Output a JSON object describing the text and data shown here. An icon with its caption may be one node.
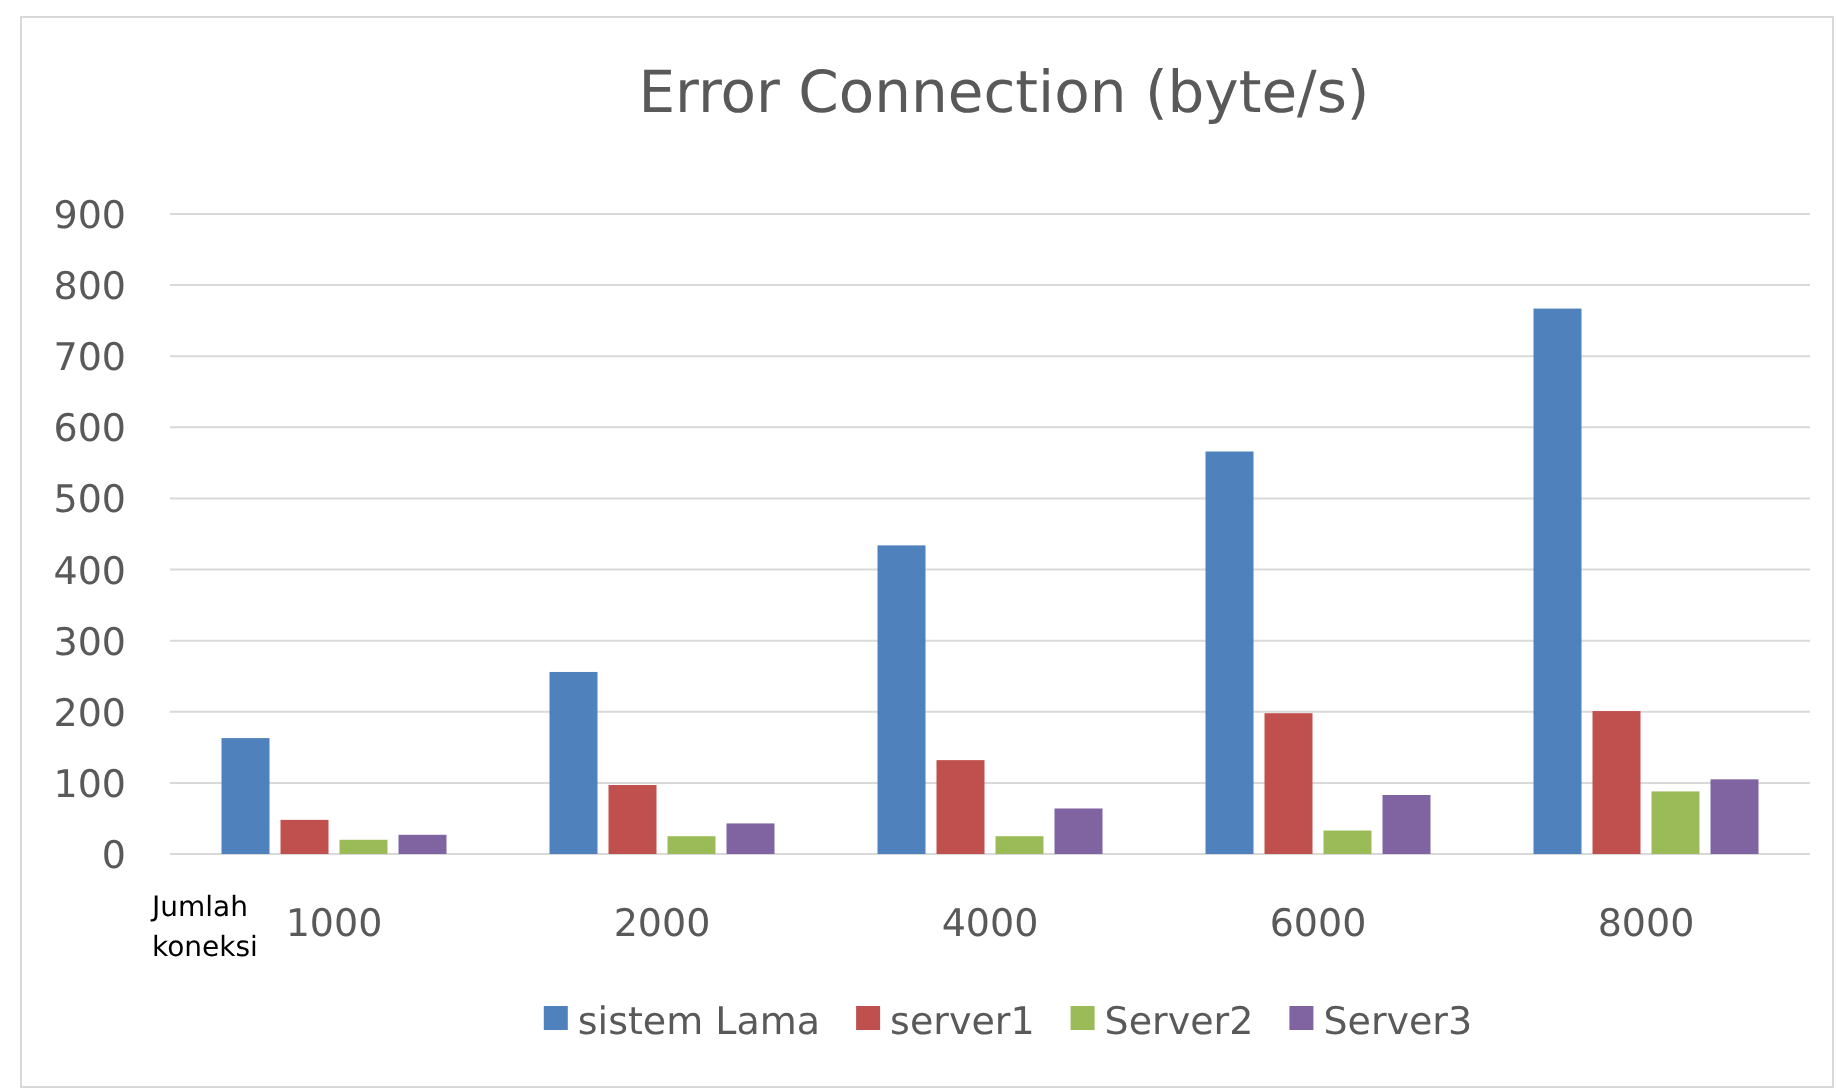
{
  "diagram": {
    "chart_data": {
      "type": "bar",
      "title": "Error Connection (byte/s)",
      "xlabel": "Jumlah koneksi",
      "categories": [
        "1000",
        "2000",
        "4000",
        "6000",
        "8000"
      ],
      "series": [
        {
          "name": "sistem Lama",
          "color": "#4f81bd",
          "values": [
            163,
            256,
            434,
            566,
            767
          ]
        },
        {
          "name": "server1",
          "color": "#c0504d",
          "values": [
            48,
            97,
            132,
            198,
            201
          ]
        },
        {
          "name": "Server2",
          "color": "#9bbb59",
          "values": [
            20,
            25,
            25,
            33,
            88
          ]
        },
        {
          "name": "Server3",
          "color": "#8064a2",
          "values": [
            27,
            43,
            64,
            83,
            105
          ]
        }
      ],
      "ylim": [
        0,
        900
      ],
      "grid": true,
      "legend": "bottom",
      "yticks": [
        0,
        100,
        200,
        300,
        400,
        500,
        600,
        700,
        800,
        900
      ]
    }
  }
}
